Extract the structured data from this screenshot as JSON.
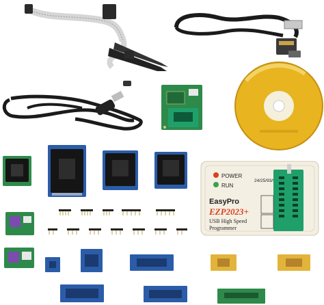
{
  "programmer": {
    "led_power": "POWER",
    "led_run": "RUN",
    "chip_types": "24/25/93/95",
    "brand": "EasyPro",
    "model": "EZP2023+",
    "line1": "USB  High Speed",
    "line2": "Programmer"
  },
  "colors": {
    "programmer_body": "#f4efe3",
    "model_text": "#d9401c",
    "pcb_blue": "#2b5ca8",
    "pcb_green": "#2e8a4a",
    "cd_gold": "#e8b420",
    "zif_green": "#1fa06a",
    "cable_black": "#1b1b1b",
    "ribbon_gray": "#d8d8d8"
  },
  "icons": [
    "usb-cable-icon",
    "soic-clip-icon",
    "lcd-cable-icon",
    "cd-disc-icon"
  ]
}
